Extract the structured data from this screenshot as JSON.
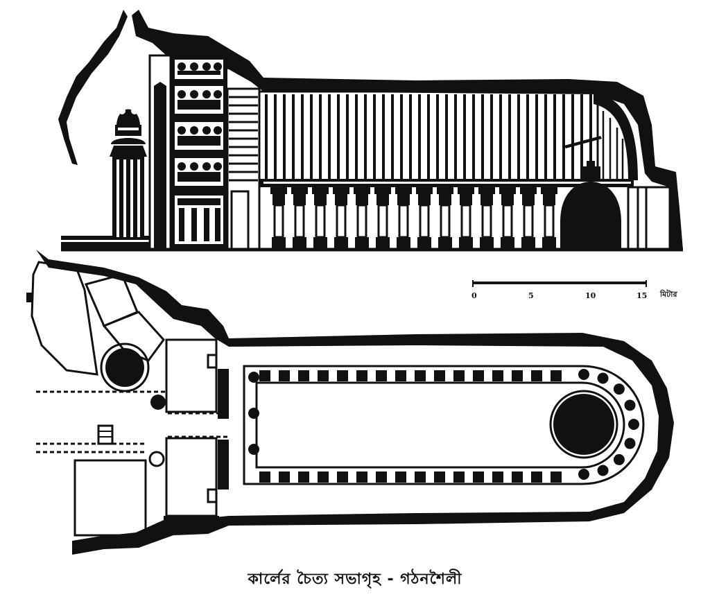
{
  "caption": "কার্লের চৈত্য সভাগৃহ - গঠনশৈলী",
  "scale_bar": {
    "ticks": [
      "0",
      "5",
      "10",
      "15"
    ],
    "unit": "মিটার"
  },
  "colors": {
    "ink": "#111111",
    "paper": "#ffffff"
  }
}
